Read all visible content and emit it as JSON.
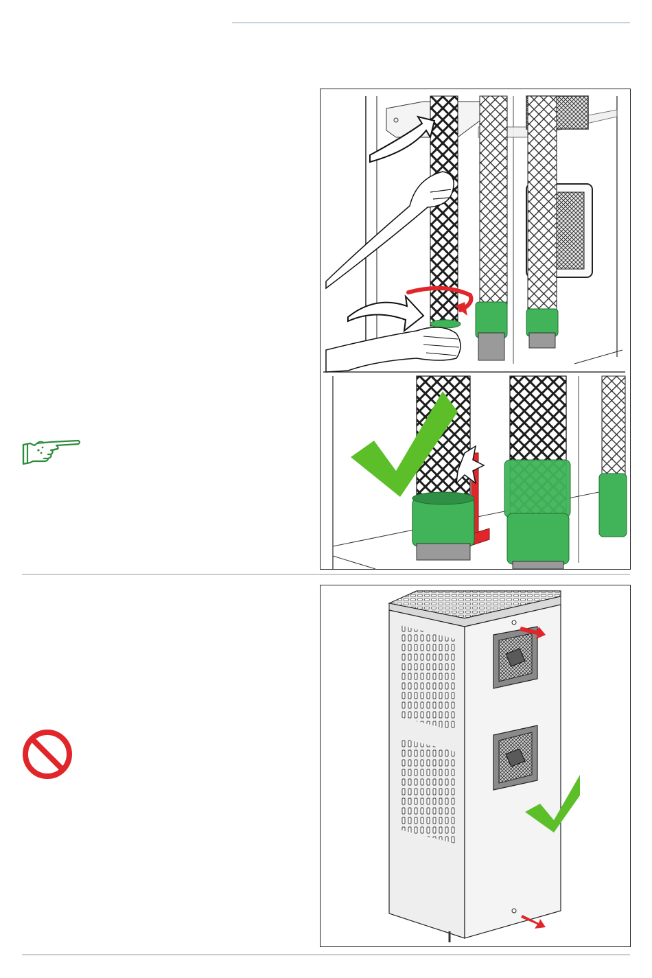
{
  "page": {
    "sections": [
      {
        "id": "hose-mounting",
        "note_icon": "pointing-hand-icon",
        "figure_top": "hose-twist-illustration",
        "figure_bottom": "hose-correct-position-illustration",
        "status_icon": "check-mark-icon"
      },
      {
        "id": "cabinet-mounting",
        "note_icon": "prohibition-icon",
        "figure": "cabinet-with-fans-illustration",
        "status_icon": "check-mark-icon"
      }
    ],
    "colors": {
      "accent_green": "#2e9f3a",
      "check_green": "#5cbf2a",
      "hose_green": "#41b45a",
      "warning_red": "#e0262b",
      "rule_grey": "#c8ccd0",
      "header_rule": "#c9d3dc"
    }
  }
}
